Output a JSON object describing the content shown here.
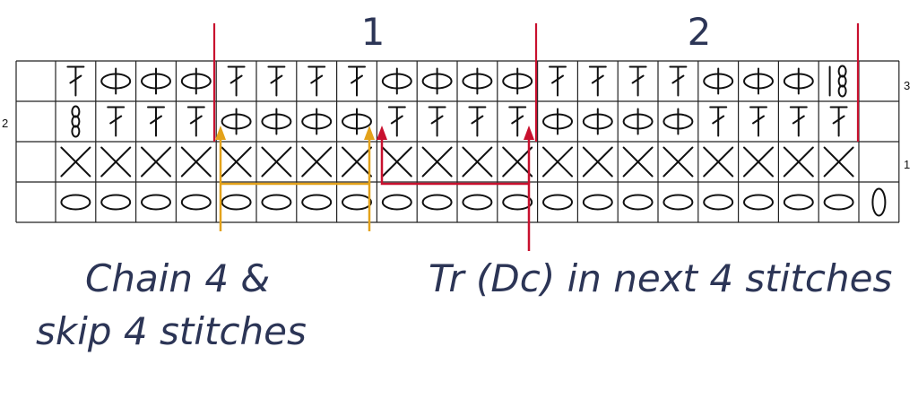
{
  "repeat_labels": [
    "1",
    "2"
  ],
  "row_labels": {
    "row_1": "1",
    "row_2": "2",
    "row_3": "3"
  },
  "annotations": {
    "chain_line1": "Chain 4 &",
    "chain_line2": "skip 4 stitches",
    "treble": "Tr (Dc) in next 4 stitches"
  },
  "colors": {
    "orange": "#e3a21a",
    "red": "#c8102e",
    "ink": "#2c3556"
  },
  "grid": {
    "row3": [
      "tr",
      "ch",
      "ch",
      "ch",
      "tr",
      "tr",
      "tr",
      "tr",
      "ch",
      "ch",
      "ch",
      "ch",
      "tr",
      "tr",
      "tr",
      "tr",
      "ch",
      "ch",
      "ch",
      "turn"
    ],
    "row2": [
      "tr-turn",
      "tr",
      "tr",
      "tr",
      "ch",
      "ch",
      "ch",
      "ch",
      "tr",
      "tr",
      "tr",
      "tr",
      "ch",
      "ch",
      "ch",
      "ch",
      "tr",
      "tr",
      "tr",
      "tr"
    ],
    "row1": [
      "sc",
      "sc",
      "sc",
      "sc",
      "sc",
      "sc",
      "sc",
      "sc",
      "sc",
      "sc",
      "sc",
      "sc",
      "sc",
      "sc",
      "sc",
      "sc",
      "sc",
      "sc",
      "sc",
      "sc"
    ],
    "row0": [
      "ch",
      "ch",
      "ch",
      "ch",
      "ch",
      "ch",
      "ch",
      "ch",
      "ch",
      "ch",
      "ch",
      "ch",
      "ch",
      "ch",
      "ch",
      "ch",
      "ch",
      "ch",
      "ch",
      "ch",
      "ch-turn"
    ]
  }
}
